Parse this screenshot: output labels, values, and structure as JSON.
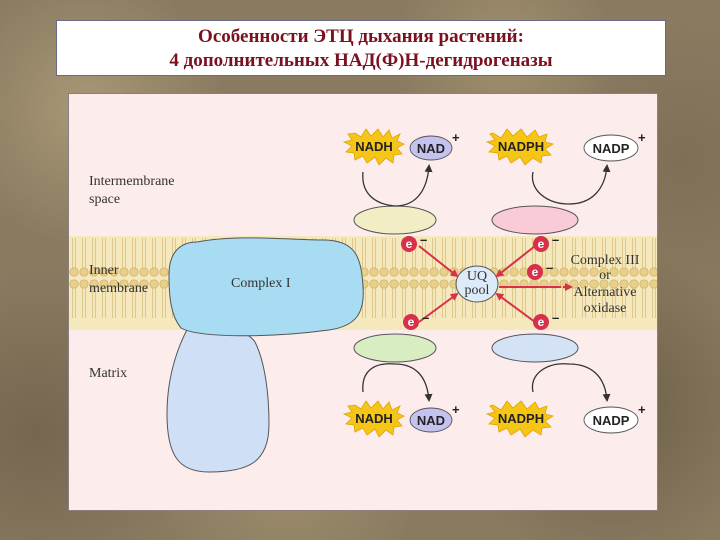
{
  "title": {
    "line1": "Особенности ЭТЦ дыхания растений:",
    "line2": "4 дополнительных НАД(Ф)Н-дегидрогеназы"
  },
  "regions": {
    "intermembrane": [
      "Intermembrane",
      "space"
    ],
    "inner": [
      "Inner",
      "membrane"
    ],
    "matrix": "Matrix"
  },
  "complex1": "Complex I",
  "uq": [
    "UQ",
    "pool"
  ],
  "complex3": [
    "Complex III",
    "or",
    "Alternative",
    "oxidase"
  ],
  "molecules": {
    "nadh": "NADH",
    "nad": "NAD",
    "nadph": "NADPH",
    "nadp": "NADP",
    "plus": "+"
  },
  "electron": {
    "e": "e",
    "minus": "–"
  },
  "colors": {
    "membrane": "#f1dfa6",
    "complex1": "#a8dcf2",
    "complex1_matrix": "#cfe0f6",
    "starburst": "#f5c518",
    "oval_purple": "#c6c2f0",
    "oval_white": "#ffffff",
    "dehydro_tl": "#f1edc4",
    "dehydro_tr": "#f8cbd6",
    "dehydro_bl": "#d8eec2",
    "dehydro_br": "#d4e2f6",
    "electron": "#d8304a"
  }
}
